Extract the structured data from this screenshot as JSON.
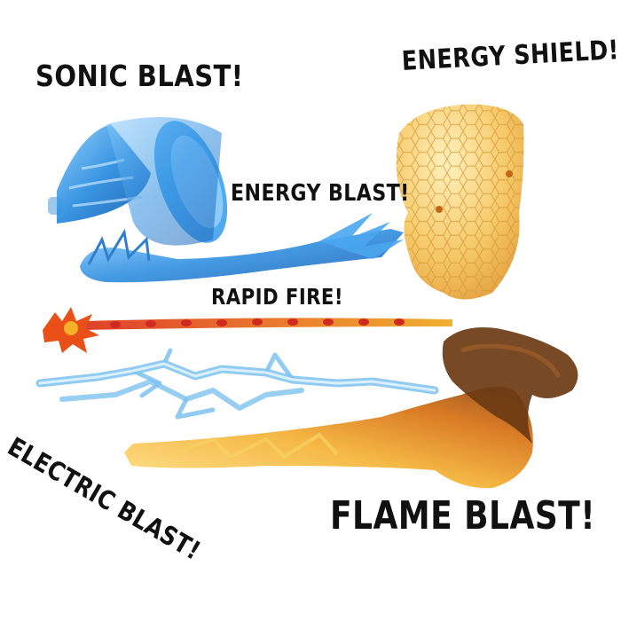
{
  "labels": {
    "sonic_blast": "SONIC BLAST!",
    "energy_shield": "ENERGY SHIELD!",
    "energy_blast": "ENERGY BLAST!",
    "rapid_fire": "RAPID FIRE!",
    "electric_blast": "ELECTRIC BLAST!",
    "flame_blast": "FLAME BLAST!"
  },
  "colors": {
    "sonic_blue": "#2f8fe0",
    "shield_amber": "#f5c45a",
    "flame_orange": "#e88a1a",
    "flame_dark": "#6b3a12",
    "electric_blue": "#7ec2ee",
    "rapid_red": "#d8402a",
    "rapid_yellow": "#f2c02e",
    "text": "#111111"
  }
}
